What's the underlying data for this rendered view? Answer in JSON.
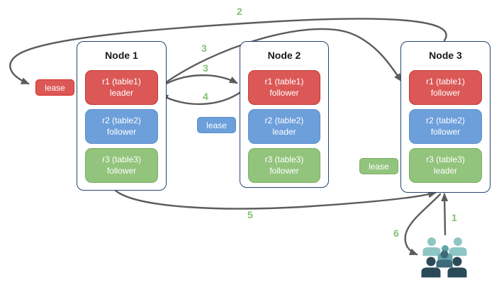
{
  "colors": {
    "red_fill": "#DB5856",
    "red_border": "#C23B35",
    "blue_fill": "#6D9FDB",
    "blue_border": "#5C90CE",
    "green_fill": "#93C47D",
    "green_border": "#7BAE61",
    "node_border": "#23456E",
    "lease_red_border": "#DF2B22",
    "arrow": "#5C5C5C",
    "step": "#82C073",
    "crowd_light": "#8EC6C5",
    "crowd_mid": "#61A3A9",
    "crowd_front": "#3E6979",
    "crowd_dark": "#2B4A57",
    "box_text": "#FFFFFF",
    "title_text": "#1A1A1A"
  },
  "nodes": [
    {
      "title": "Node 1",
      "replicas": [
        {
          "name": "r1 (table1)",
          "role": "leader"
        },
        {
          "name": "r2 (table2)",
          "role": "follower"
        },
        {
          "name": "r3 (table3)",
          "role": "follower"
        }
      ]
    },
    {
      "title": "Node 2",
      "replicas": [
        {
          "name": "r1 (table1)",
          "role": "follower"
        },
        {
          "name": "r2 (table2)",
          "role": "leader"
        },
        {
          "name": "r3 (table3)",
          "role": "follower"
        }
      ]
    },
    {
      "title": "Node 3",
      "replicas": [
        {
          "name": "r1 (table1)",
          "role": "follower"
        },
        {
          "name": "r2 (table2)",
          "role": "follower"
        },
        {
          "name": "r3 (table3)",
          "role": "leader"
        }
      ]
    }
  ],
  "leases": [
    {
      "label": "lease",
      "color": "red"
    },
    {
      "label": "lease",
      "color": "blue"
    },
    {
      "label": "lease",
      "color": "green"
    }
  ],
  "steps": {
    "s1": "1",
    "s2": "2",
    "s3a": "3",
    "s3b": "3",
    "s4": "4",
    "s5": "5",
    "s6": "6"
  }
}
